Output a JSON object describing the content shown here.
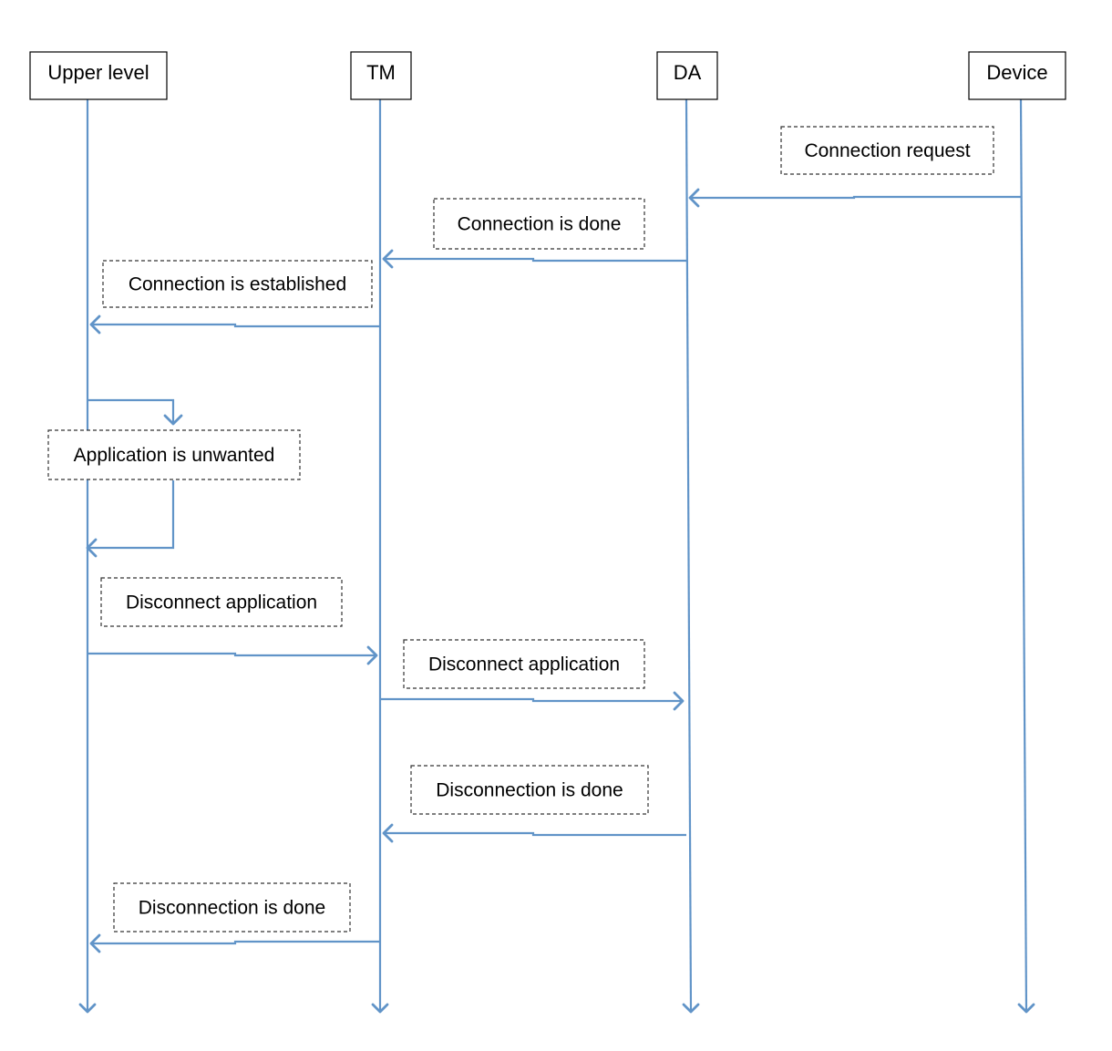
{
  "participants": [
    {
      "id": "upper",
      "label": "Upper level"
    },
    {
      "id": "tm",
      "label": "TM"
    },
    {
      "id": "da",
      "label": "DA"
    },
    {
      "id": "device",
      "label": "Device"
    }
  ],
  "messages": [
    {
      "from": "device",
      "to": "da",
      "label": "Connection request"
    },
    {
      "from": "da",
      "to": "tm",
      "label": "Connection is done"
    },
    {
      "from": "tm",
      "to": "upper",
      "label": "Connection is established"
    },
    {
      "from": "upper",
      "to": "upper",
      "label": "Application is unwanted",
      "self": true
    },
    {
      "from": "upper",
      "to": "tm",
      "label": "Disconnect application"
    },
    {
      "from": "tm",
      "to": "da",
      "label": "Disconnect application"
    },
    {
      "from": "da",
      "to": "tm",
      "label": "Disconnection is done"
    },
    {
      "from": "tm",
      "to": "upper",
      "label": "Disconnection is done"
    }
  ],
  "colors": {
    "line": "#6194c8",
    "box_border": "#000000",
    "note_border": "#333333"
  }
}
